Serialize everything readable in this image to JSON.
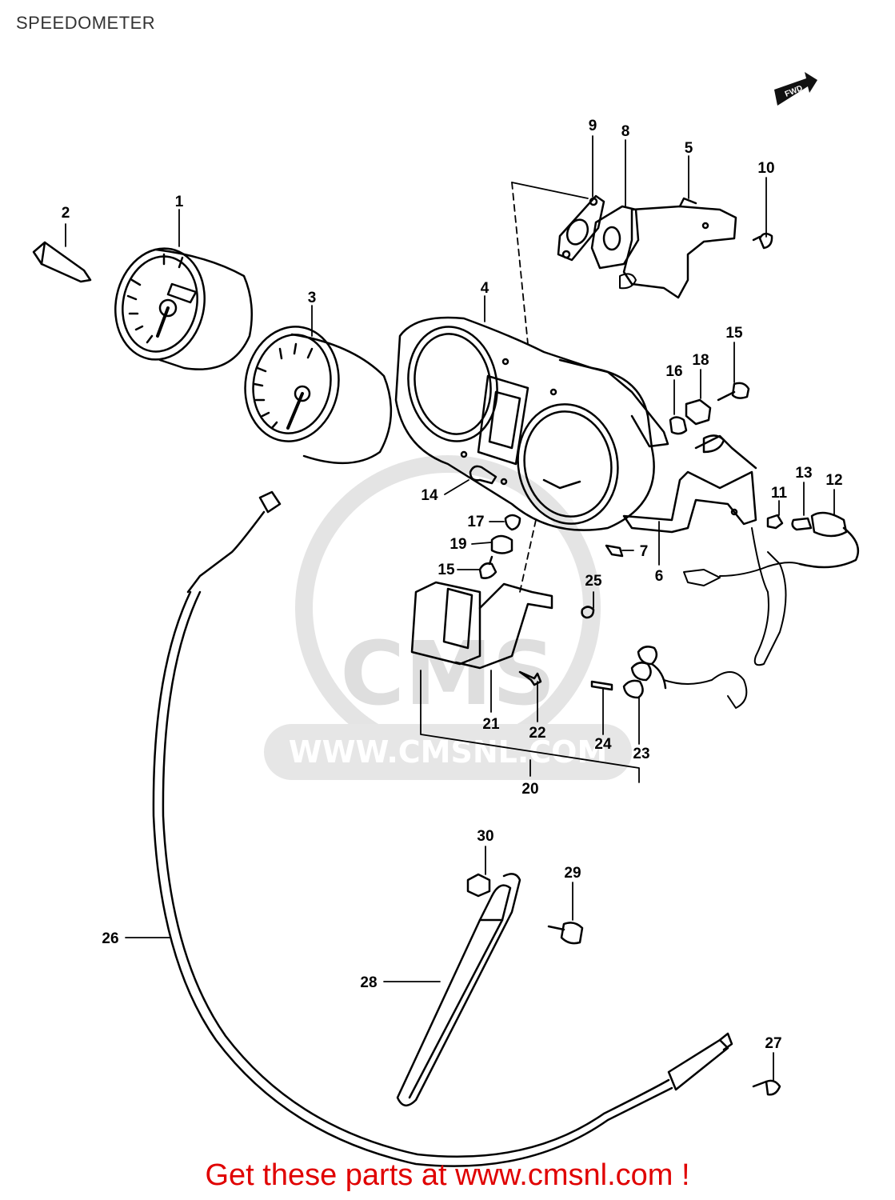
{
  "title": "SPEEDOMETER",
  "fwd_label": "FWD",
  "watermark": {
    "logo": "CMS",
    "url": "WWW.CMSNL.COM"
  },
  "footer": "Get these parts at www.cmsnl.com !",
  "part_numbers": {
    "p1": "1",
    "p2": "2",
    "p3": "3",
    "p4": "4",
    "p5": "5",
    "p6": "6",
    "p7": "7",
    "p8": "8",
    "p9": "9",
    "p10": "10",
    "p11": "11",
    "p12": "12",
    "p13": "13",
    "p14": "14",
    "p15a": "15",
    "p15b": "15",
    "p16": "16",
    "p17": "17",
    "p18": "18",
    "p19": "19",
    "p20": "20",
    "p21": "21",
    "p22": "22",
    "p23": "23",
    "p24": "24",
    "p25": "25",
    "p26": "26",
    "p27": "27",
    "p28": "28",
    "p29": "29",
    "p30": "30"
  }
}
